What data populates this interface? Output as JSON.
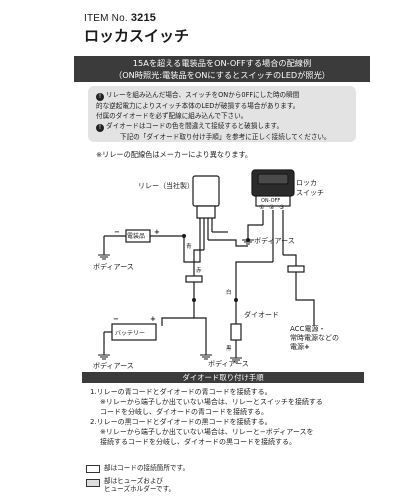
{
  "header": {
    "item_prefix": "ITEM No.",
    "item_number": "3215",
    "title": "ロッカスイッチ"
  },
  "subheader": {
    "line1": "15Aを超える電装品をON-OFFする場合の配線例",
    "line2": "（ON時照光:電装品をONにするとスイッチのLEDが照光）"
  },
  "notes": [
    "リレーを組み込んだ場合、スイッチをONから0FFにした時の瞬間",
    "的な逆起電力によりスイッチ本体のLEDが破損する場合があります。",
    "付属のダイオードを必ず配線に組み込んで下さい。",
    "ダイオードはコードの色を間違えて接続すると破損します。",
    "下記の「ダイオード取り付け手順」を参考に正しく接続してください。"
  ],
  "relay_note": "※リレーの配線色はメーカーにより異なります。",
  "diagram": {
    "relay_label": "リレー（当社製）",
    "switch_label_1": "ロッカ",
    "switch_label_2": "スイッチ",
    "switch_on_off": "ON-OFF",
    "terminal_1": "①",
    "terminal_2": "②",
    "terminal_3": "③",
    "device_label": "電装品",
    "battery_label": "バッテリー",
    "body_earth_left": "ボディアース",
    "body_earth_bottom_left": "ボディアース",
    "body_earth_switch": "ボディアース",
    "body_earth_diode": "ボディアース",
    "diode_label": "ダイオード",
    "acc_line1": "ACC電源・",
    "acc_line2": "常時電源などの",
    "acc_line3": "電源",
    "wire_blue": "青",
    "wire_black": "黒",
    "wire_red": "赤",
    "wire_white": "白",
    "minus": "−",
    "plus": "+"
  },
  "diode_steps": {
    "title": "ダイオード取り付け手順",
    "lines": [
      "1.リレーの青コードとダイオードの青コードを接続する。",
      "※リレーから端子しか出ていない場合は、リレーとスイッチを接続する",
      "コードを分岐し、ダイオードの青コードを接続する。",
      "2.リレーの黒コードとダイオードの黒コードを接続する。",
      "※リレーから端子しか出ていない場合は、リレーと−ボディアースを",
      "接続するコードを分岐し、ダイオードの黒コードを接続する。"
    ]
  },
  "legend": {
    "connector_text": "部はコードの接続箇所です。",
    "fuse_text_1": "部はヒューズおよび",
    "fuse_text_2": "ヒューズホルダーです。"
  }
}
